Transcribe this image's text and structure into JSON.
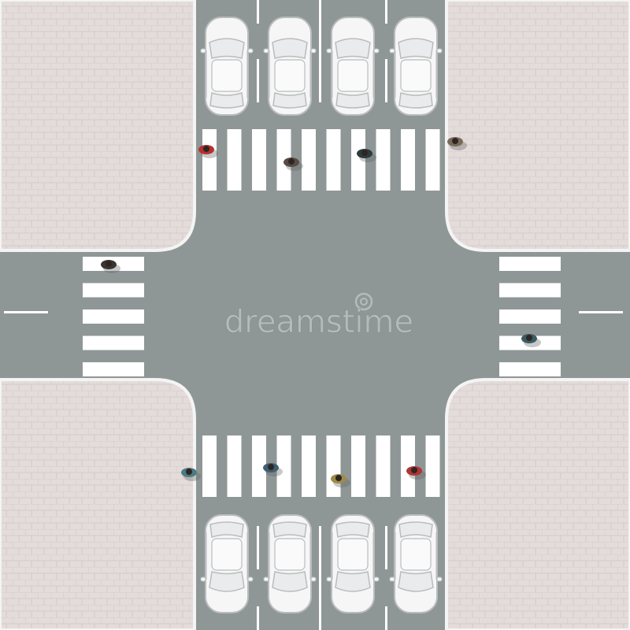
{
  "scene": {
    "type": "top-down street intersection",
    "colors": {
      "road": "#8f9796",
      "sidewalk": "#e4dcda",
      "curb": "#f4f4f4",
      "marking": "#ffffff",
      "car_body": "#f6f6f6",
      "car_line": "#b9bcbd"
    },
    "watermark": "dreamstime",
    "parked_cars": [
      {
        "side": "north",
        "lane": 1
      },
      {
        "side": "north",
        "lane": 2
      },
      {
        "side": "north",
        "lane": 3
      },
      {
        "side": "north",
        "lane": 4
      },
      {
        "side": "south",
        "lane": 1
      },
      {
        "side": "south",
        "lane": 2
      },
      {
        "side": "south",
        "lane": 3
      },
      {
        "side": "south",
        "lane": 4
      }
    ],
    "crosswalks": [
      "north",
      "south",
      "west",
      "east"
    ],
    "pedestrians": [
      {
        "shirt": "#b73030"
      },
      {
        "shirt": "#5a4a45"
      },
      {
        "shirt": "#2c3a3e"
      },
      {
        "shirt": "#7a6a5a"
      },
      {
        "shirt": "#3a3530"
      },
      {
        "shirt": "#3c5a66"
      },
      {
        "shirt": "#4d7a82"
      },
      {
        "shirt": "#3e5f70"
      },
      {
        "shirt": "#a08a4a"
      },
      {
        "shirt": "#b03535"
      }
    ]
  }
}
